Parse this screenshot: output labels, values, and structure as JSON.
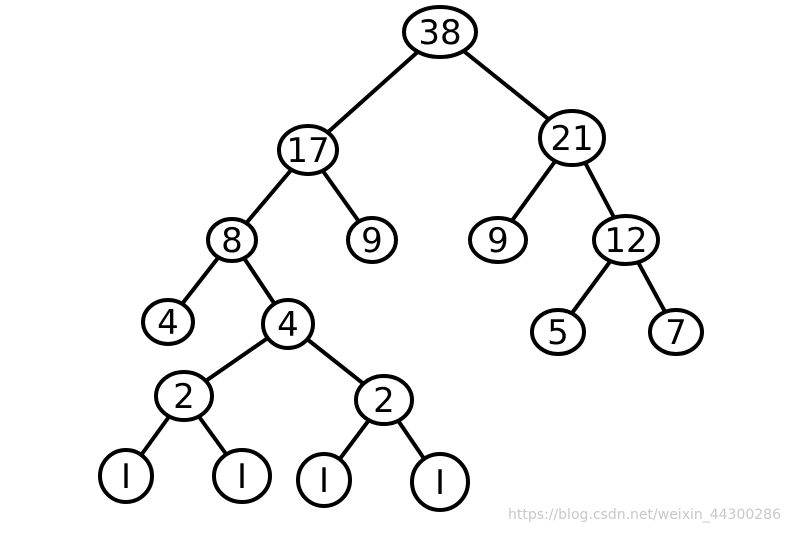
{
  "tree": {
    "nodes": [
      {
        "id": "n38",
        "label": "38"
      },
      {
        "id": "n17",
        "label": "17"
      },
      {
        "id": "n21",
        "label": "21"
      },
      {
        "id": "n8",
        "label": "8"
      },
      {
        "id": "n9a",
        "label": "9"
      },
      {
        "id": "n9b",
        "label": "9"
      },
      {
        "id": "n12",
        "label": "12"
      },
      {
        "id": "n4a",
        "label": "4"
      },
      {
        "id": "n4b",
        "label": "4"
      },
      {
        "id": "n5",
        "label": "5"
      },
      {
        "id": "n7",
        "label": "7"
      },
      {
        "id": "n2a",
        "label": "2"
      },
      {
        "id": "n2b",
        "label": "2"
      },
      {
        "id": "n1a",
        "label": "I"
      },
      {
        "id": "n1b",
        "label": "I"
      },
      {
        "id": "n1c",
        "label": "I"
      },
      {
        "id": "n1d",
        "label": "I"
      }
    ],
    "edges": [
      [
        "n38",
        "n17"
      ],
      [
        "n38",
        "n21"
      ],
      [
        "n17",
        "n8"
      ],
      [
        "n17",
        "n9a"
      ],
      [
        "n21",
        "n9b"
      ],
      [
        "n21",
        "n12"
      ],
      [
        "n8",
        "n4a"
      ],
      [
        "n8",
        "n4b"
      ],
      [
        "n12",
        "n5"
      ],
      [
        "n12",
        "n7"
      ],
      [
        "n4b",
        "n2a"
      ],
      [
        "n4b",
        "n2b"
      ],
      [
        "n2a",
        "n1a"
      ],
      [
        "n2a",
        "n1b"
      ],
      [
        "n2b",
        "n1c"
      ],
      [
        "n2b",
        "n1d"
      ]
    ]
  },
  "watermark": "https://blog.csdn.net/weixin_44300286"
}
